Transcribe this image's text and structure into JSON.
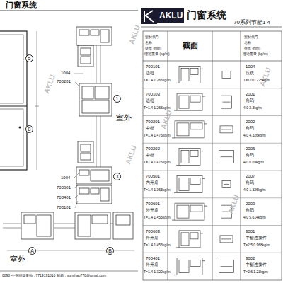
{
  "diagram": {
    "nodes": [
      {
        "text": [
          "5"
        ]
      },
      {
        "text": [
          "8"
        ]
      },
      {
        "text": [
          "1"
        ]
      },
      {
        "text": [
          "3"
        ]
      },
      {
        "text": [
          "A"
        ]
      },
      {
        "text": [
          "B"
        ]
      }
    ],
    "labels": [
      "门窗系统",
      "1004",
      "700201",
      "室外",
      "1004",
      "700601",
      "700401",
      "700101",
      "室外",
      "0898  中亚同日采购：7719191816  邮箱：sunshao778@gmail.com",
      "AKLU",
      "门窗系统",
      "70系列节能1 4",
      "型材代号",
      "名称",
      "壁厚 (mm)",
      "理论重量 (kg/m)",
      "截面",
      "型材代号",
      "名称",
      "壁厚 (mm)",
      "理论重量 (kg/m)",
      "700101",
      "边框",
      "T=1.4  1.266kg/m",
      "700103",
      "边框",
      "T=1.4  1.266kg/m",
      "700201",
      "中梃",
      "T=1.4  1.476kg/m",
      "700202",
      "中梃",
      "T=1.4  1.476kg/m",
      "700501",
      "内开扇",
      "T=1.4  1.363kg/m",
      "700601",
      "外开扇",
      "T=1.4  1.453kg/m",
      "700603",
      "外开扇",
      "T=1.4  1.453kg/m",
      "700401",
      "外开扇",
      "T=1.4  1.320kg/m",
      "1004",
      "压线",
      "T=1.0  0.225kg/m",
      "2001",
      "角码",
      "4.0  2.3kg/m",
      "2002",
      "角码",
      "4.0  4.326kg/m",
      "2006",
      "角码",
      "4.0  0.69kg/m",
      "2007",
      "角码",
      "4.0  1.326kg/m",
      "2009",
      "角码",
      "4.0  5.614kg/m",
      "3001",
      "中梃连接件",
      "T=2.5  0.968kg/m",
      "3002",
      "中梃连接件",
      "T=2.6  1.23kg/m",
      "AKLU",
      "AKLU",
      "AKLU",
      "AKLU",
      "AKLU",
      "AKLU"
    ]
  }
}
